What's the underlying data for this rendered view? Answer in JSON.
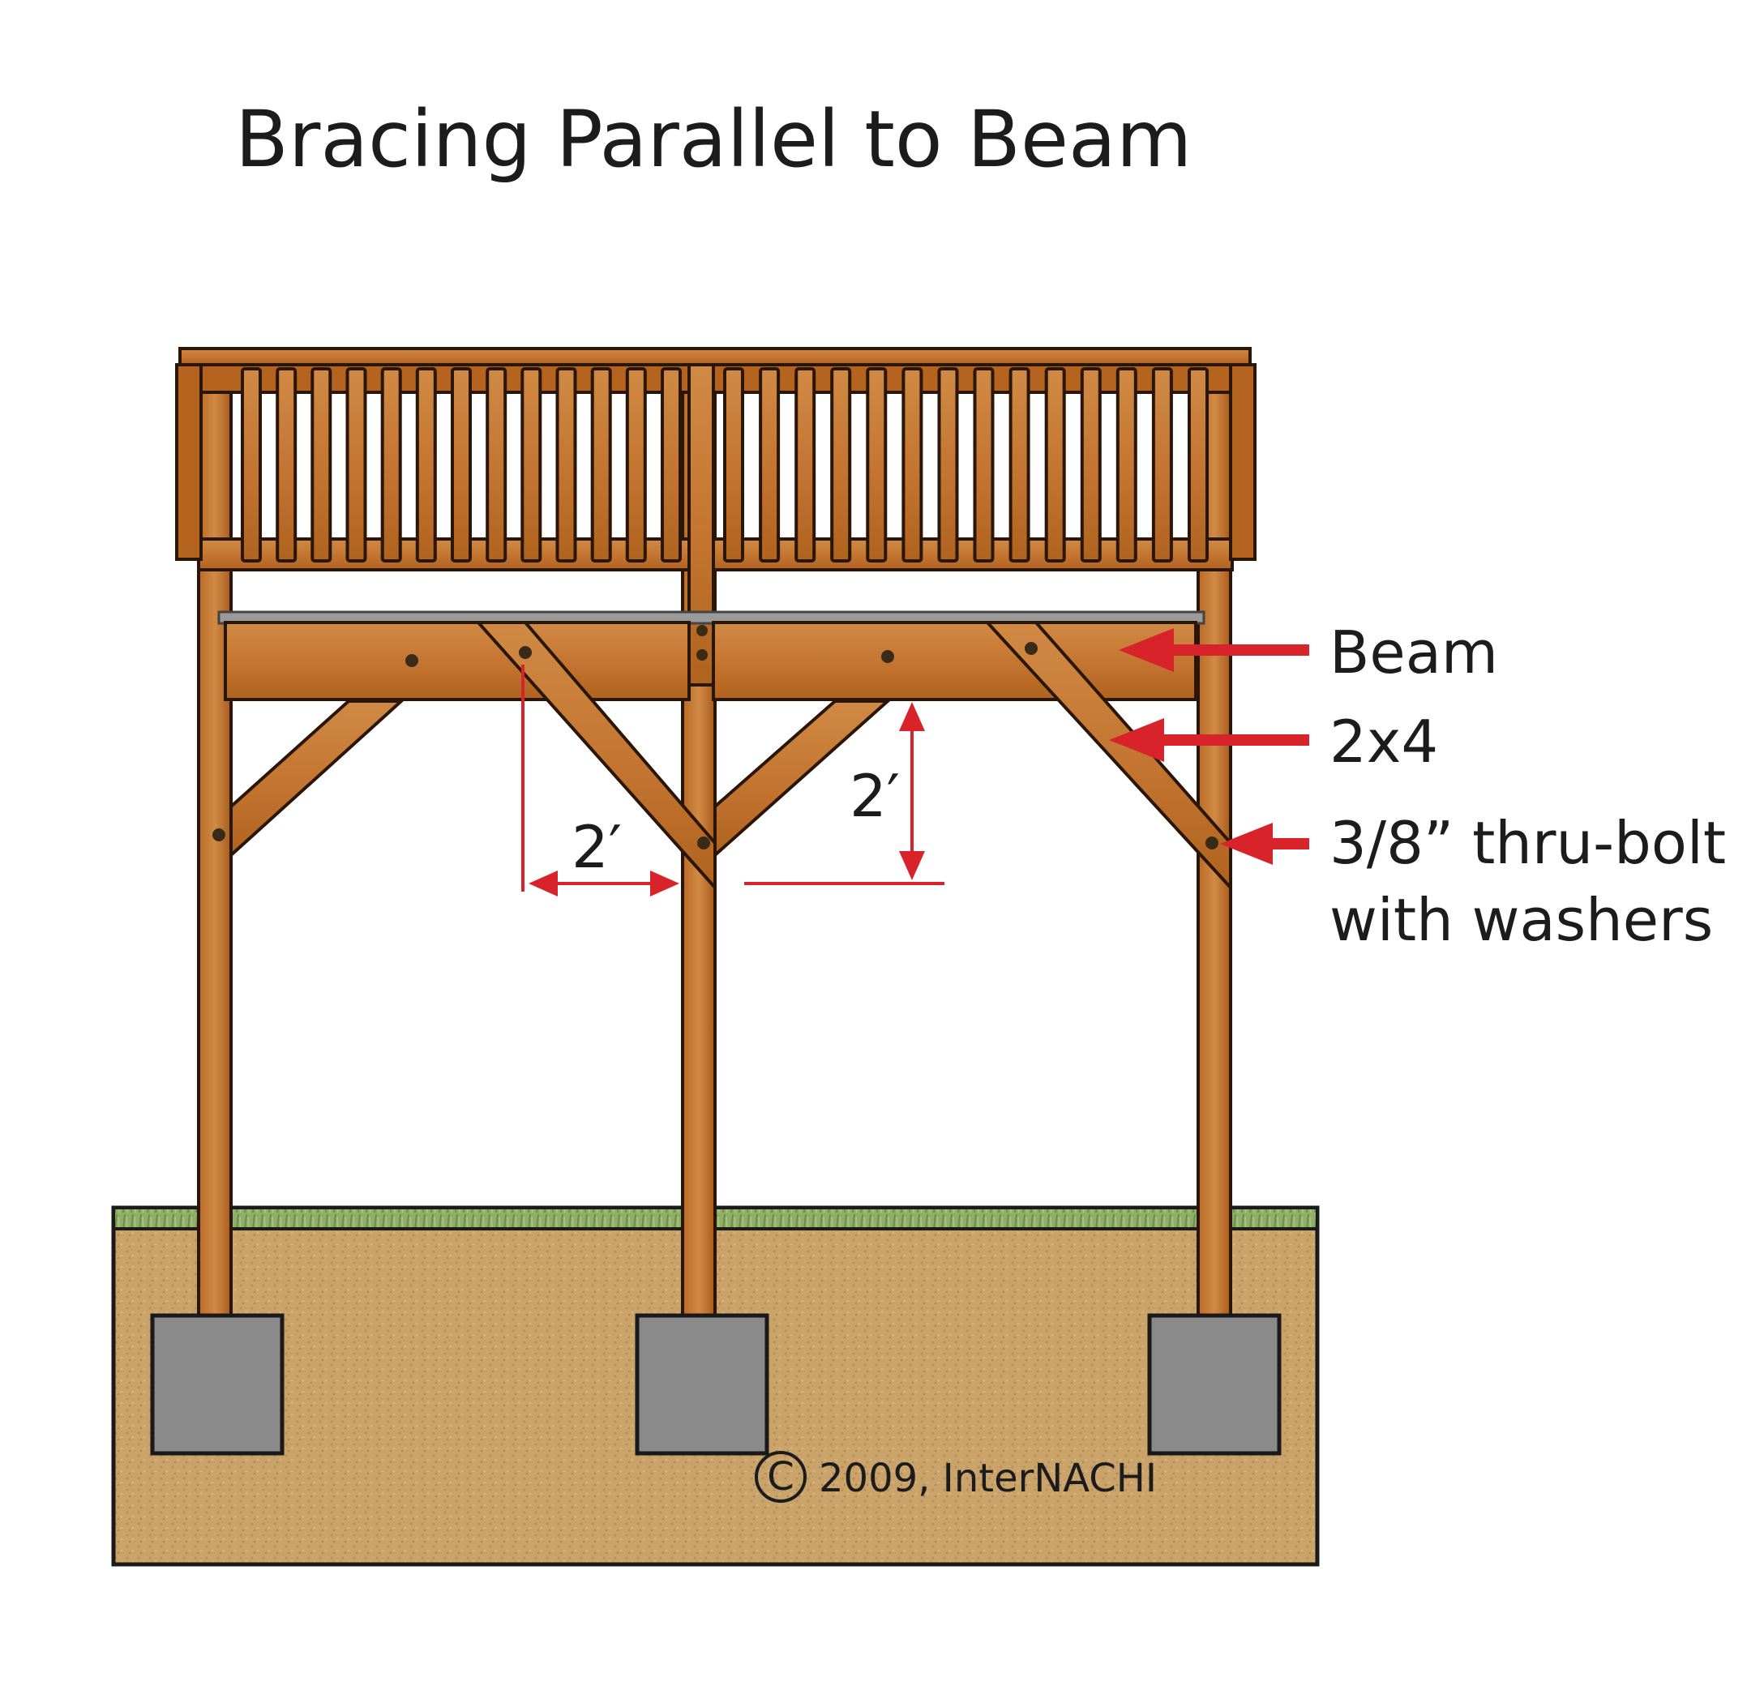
{
  "title": "Bracing Parallel to Beam",
  "callouts": [
    {
      "id": "beam",
      "text": "Beam"
    },
    {
      "id": "brace",
      "text": "2x4"
    },
    {
      "id": "bolt",
      "text": "3/8” thru-bolt",
      "text2": "with washers"
    }
  ],
  "dimensions": {
    "horizontal": "2′",
    "vertical": "2′"
  },
  "copyright": {
    "symbol": "C",
    "text": "2009, InterNACHI"
  },
  "colors": {
    "wood": "#c77a35",
    "wood_dark": "#a65a1c",
    "soil": "#c9a36a",
    "grass": "#7fa05a",
    "footing": "#8a8a8a",
    "accent_red": "#d8232a"
  }
}
